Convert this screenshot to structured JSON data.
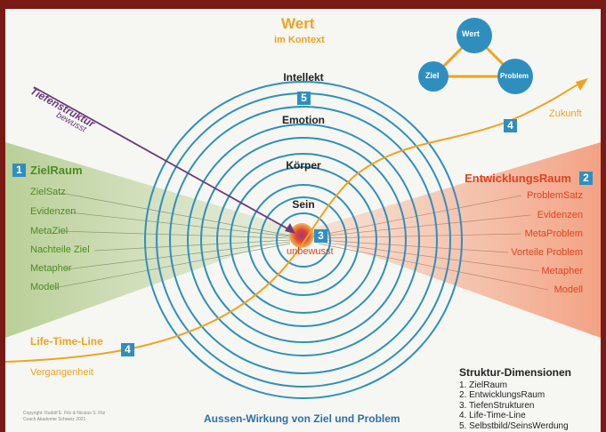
{
  "title": {
    "main": "Wert",
    "sub": "im Kontext"
  },
  "triangle": {
    "top": "Wert",
    "left": "Ziel",
    "right": "Problem"
  },
  "rings": {
    "intellekt": "Intellekt",
    "emotion": "Emotion",
    "koerper": "Körper",
    "sein": "Sein"
  },
  "tiefenstruktur": {
    "label": "Tiefenstruktur",
    "sub": "bewusst"
  },
  "core": {
    "num": "3",
    "label": "unbewusst"
  },
  "intellekt_num": "5",
  "zielraum": {
    "num": "1",
    "title": "ZielRaum",
    "items": [
      "ZielSatz",
      "Evidenzen",
      "MetaZiel",
      "Nachteile Ziel",
      "Metapher",
      "Modell"
    ]
  },
  "entwicklungsraum": {
    "num": "2",
    "title": "EntwicklungsRaum",
    "items": [
      "ProblemSatz",
      "Evidenzen",
      "MetaProblem",
      "Vorteile Problem",
      "Metapher",
      "Modell"
    ]
  },
  "lifetime": {
    "label": "Life-Time-Line",
    "num": "4",
    "past": "Vergangenheit",
    "future": "Zukunft",
    "future_num": "4"
  },
  "bottom_title": "Aussen-Wirkung von Ziel und Problem",
  "copyright": [
    "Copyright: Rudolf E. Fitz & Nicolas S. Fitz",
    "Coach Akademie Schweiz 2021"
  ],
  "dimensions": {
    "title": "Struktur-Dimensionen",
    "items": [
      "1. ZielRaum",
      "2. EntwicklungsRaum",
      "3. TiefenStrukturen",
      "4. Life-Time-Line",
      "5. Selbstbild/SeinsWerdung"
    ]
  },
  "colors": {
    "blue": "#2e8fbf",
    "green": "#4e8a22",
    "red": "#e0421f",
    "orange": "#f0a21e",
    "purple": "#6b3a7c"
  }
}
